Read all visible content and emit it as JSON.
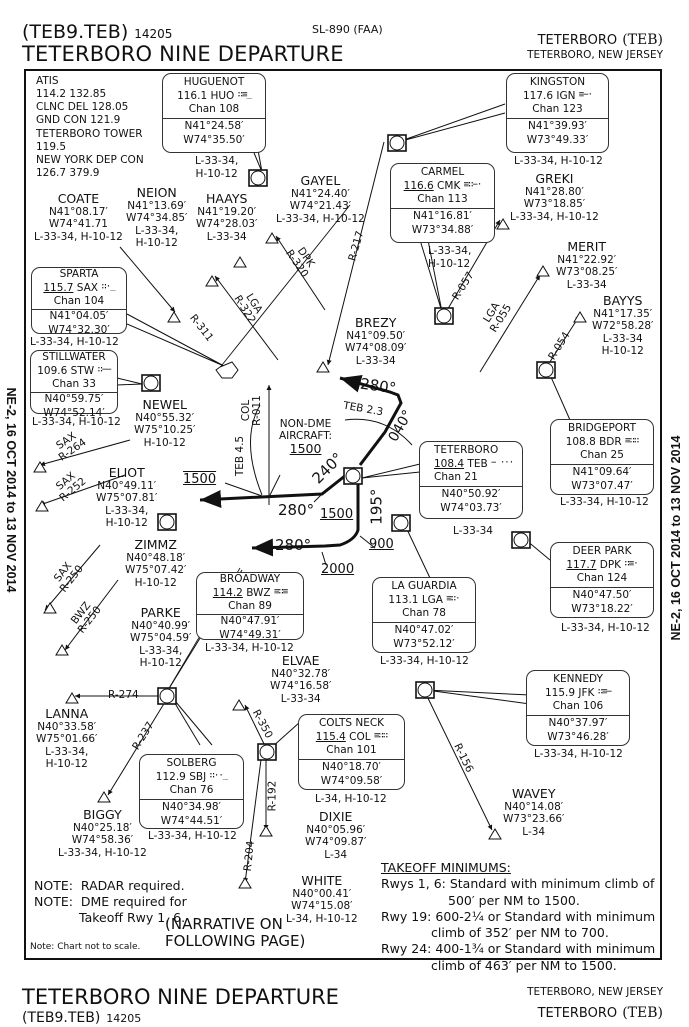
{
  "header": {
    "procedure_id": "(TEB9.TEB)",
    "amendment_number": "14205",
    "chart_ref": "SL-890 (FAA)",
    "title": "TETERBORO NINE DEPARTURE",
    "airport_name": "TETERBORO",
    "airport_code": "(TEB)",
    "airport_location": "TETERBORO, NEW JERSEY"
  },
  "side_margin": {
    "left": "NE-2, 16 OCT 2014 to 13 NOV 2014",
    "right": "NE-2, 16 OCT 2014 to 13 NOV 2014"
  },
  "communications": [
    "ATIS",
    "114.2  132.85",
    "CLNC DEL  128.05",
    "GND CON  121.9",
    "TETERBORO TOWER",
    "119.5",
    "NEW YORK DEP CON",
    "126.7  379.9"
  ],
  "navaids": [
    {
      "name": "HUGUENOT",
      "freq": "116.1",
      "ident": "HUO",
      "freq_underlined": false,
      "morse": "∷≡_",
      "chan": "Chan 108",
      "lat": "N41°24.58′",
      "lon": "W74°35.50′",
      "charts": [
        "L-33-34,",
        "H-10-12"
      ]
    },
    {
      "name": "KINGSTON",
      "freq": "117.6",
      "ident": "IGN",
      "freq_underlined": false,
      "morse": "≡−·",
      "chan": "Chan 123",
      "lat": "N41°39.93′",
      "lon": "W73°49.33′",
      "charts": [
        "L-33-34, H-10-12"
      ]
    },
    {
      "name": "CARMEL",
      "freq": "116.6",
      "ident": "CMK",
      "freq_underlined": true,
      "morse": "≡∷−·",
      "chan": "Chan 113",
      "lat": "N41°16.81′",
      "lon": "W73°34.88′",
      "charts": [
        "L-33-34,",
        "H-10-12"
      ]
    },
    {
      "name": "SPARTA",
      "freq": "115.7",
      "ident": "SAX",
      "freq_underlined": true,
      "morse": "∷·_",
      "chan": "Chan 104",
      "lat": "N41°04.05′",
      "lon": "W74°32.30′",
      "charts": [
        "L-33-34, H-10-12"
      ]
    },
    {
      "name": "STILLWATER",
      "freq": "109.6",
      "ident": "STW",
      "freq_underlined": false,
      "morse": "∷−−",
      "chan": "Chan 33",
      "lat": "N40°59.75′",
      "lon": "W74°52.14′",
      "charts": [
        "L-33-34, H-10-12"
      ]
    },
    {
      "name": "TETERBORO",
      "freq": "108.4",
      "ident": "TEB",
      "freq_underlined": true,
      "morse": "− ···",
      "chan": "Chan 21",
      "lat": "N40°50.92′",
      "lon": "W74°03.73′",
      "charts": [
        "L-33-34"
      ]
    },
    {
      "name": "BRIDGEPORT",
      "freq": "108.8",
      "ident": "BDR",
      "freq_underlined": false,
      "morse": "≡∷∷",
      "chan": "Chan 25",
      "lat": "N41°09.64′",
      "lon": "W73°07.47′",
      "charts": [
        "L-33-34, H-10-12"
      ]
    },
    {
      "name": "BROADWAY",
      "freq": "114.2",
      "ident": "BWZ",
      "freq_underlined": true,
      "morse": "≡∷≡",
      "chan": "Chan 89",
      "lat": "N40°47.91′",
      "lon": "W74°49.31′",
      "charts": [
        "L-33-34, H-10-12"
      ]
    },
    {
      "name": "LA GUARDIA",
      "freq": "113.1",
      "ident": "LGA",
      "freq_underlined": false,
      "morse": "≡∷·",
      "chan": "Chan 78",
      "lat": "N40°47.02′",
      "lon": "W73°52.12′",
      "charts": [
        "L-33-34, H-10-12"
      ]
    },
    {
      "name": "DEER PARK",
      "freq": "117.7",
      "ident": "DPK",
      "freq_underlined": true,
      "morse": "∷≡·",
      "chan": "Chan 124",
      "lat": "N40°47.50′",
      "lon": "W73°18.22′",
      "charts": [
        "L-33-34, H-10-12"
      ]
    },
    {
      "name": "KENNEDY",
      "freq": "115.9",
      "ident": "JFK",
      "freq_underlined": false,
      "morse": "∷≡−",
      "chan": "Chan 106",
      "lat": "N40°37.97′",
      "lon": "W73°46.28′",
      "charts": [
        "L-33-34, H-10-12"
      ]
    },
    {
      "name": "COLTS NECK",
      "freq": "115.4",
      "ident": "COL",
      "freq_underlined": true,
      "morse": "≡∷∷",
      "chan": "Chan 101",
      "lat": "N40°18.70′",
      "lon": "W74°09.58′",
      "charts": [
        "L-34, H-10-12"
      ]
    },
    {
      "name": "SOLBERG",
      "freq": "112.9",
      "ident": "SBJ",
      "freq_underlined": false,
      "morse": "∷··_",
      "chan": "Chan 76",
      "lat": "N40°34.98′",
      "lon": "W74°44.51′",
      "charts": [
        "L-33-34, H-10-12"
      ]
    }
  ],
  "fixes": [
    {
      "name": "COATE",
      "lat": "N41°08.17′",
      "lon": "W74°41.71",
      "charts": [
        "L-33-34, H-10-12"
      ]
    },
    {
      "name": "NEION",
      "lat": "N41°13.69′",
      "lon": "W74°34.85′",
      "charts": [
        "L-33-34,",
        "H-10-12"
      ]
    },
    {
      "name": "HAAYS",
      "lat": "N41°19.20′",
      "lon": "W74°28.03′",
      "charts": [
        "L-33-34"
      ]
    },
    {
      "name": "GAYEL",
      "lat": "N41°24.40′",
      "lon": "W74°21.43′",
      "charts": [
        "L-33-34, H-10-12"
      ]
    },
    {
      "name": "GREKI",
      "lat": "N41°28.80′",
      "lon": "W73°18.85′",
      "charts": [
        "L-33-34, H-10-12"
      ]
    },
    {
      "name": "MERIT",
      "lat": "N41°22.92′",
      "lon": "W73°08.25′",
      "charts": [
        "L-33-34"
      ]
    },
    {
      "name": "BAYYS",
      "lat": "N41°17.35′",
      "lon": "W72°58.28′",
      "charts": [
        "L-33-34",
        "H-10-12"
      ]
    },
    {
      "name": "BREZY",
      "lat": "N41°09.50′",
      "lon": "W74°08.09′",
      "charts": [
        "L-33-34"
      ]
    },
    {
      "name": "NEWEL",
      "lat": "N40°55.32′",
      "lon": "W75°10.25′",
      "charts": [
        "H-10-12"
      ]
    },
    {
      "name": "ELIOT",
      "lat": "N40°49.11′",
      "lon": "W75°07.81′",
      "charts": [
        "L-33-34,",
        "H-10-12"
      ]
    },
    {
      "name": "ZIMMZ",
      "lat": "N40°48.18′",
      "lon": "W75°07.42′",
      "charts": [
        "H-10-12"
      ]
    },
    {
      "name": "PARKE",
      "lat": "N40°40.99′",
      "lon": "W75°04.59′",
      "charts": [
        "L-33-34,",
        "H-10-12"
      ]
    },
    {
      "name": "ELVAE",
      "lat": "N40°32.78′",
      "lon": "W74°16.58′",
      "charts": [
        "L-33-34"
      ]
    },
    {
      "name": "LANNA",
      "lat": "N40°33.58′",
      "lon": "W75°01.66′",
      "charts": [
        "L-33-34,",
        "H-10-12"
      ]
    },
    {
      "name": "BIGGY",
      "lat": "N40°25.18′",
      "lon": "W74°58.36′",
      "charts": [
        "L-33-34, H-10-12"
      ]
    },
    {
      "name": "DIXIE",
      "lat": "N40°05.96′",
      "lon": "W74°09.87′",
      "charts": [
        "L-34"
      ]
    },
    {
      "name": "WHITE",
      "lat": "N40°00.41′",
      "lon": "W74°15.08′",
      "charts": [
        "L-34, H-10-12"
      ]
    },
    {
      "name": "WAVEY",
      "lat": "N40°14.08′",
      "lon": "W73°23.66′",
      "charts": [
        "L-34"
      ]
    }
  ],
  "radials": {
    "r311": "R-311",
    "lga_r322_a": "LGA",
    "lga_r322_b": "R-322",
    "dpk_a": "DPK",
    "dpk_b": "R-320",
    "r217": "R-217",
    "r057": "R-057",
    "lga_r055_a": "LGA",
    "lga_r055_b": "R-055",
    "r054": "R-054",
    "sax_r264_a": "SAX",
    "sax_r264_b": "R-264",
    "sax_r252_a": "SAX",
    "sax_r252_b": "R-252",
    "sax_r250_a": "SAX",
    "sax_r250_b": "R-250",
    "bwz_r250_a": "BWZ",
    "bwz_r250_b": "R-250",
    "r274": "R-274",
    "r237": "R-237",
    "r350": "R-350",
    "r192": "R-192",
    "r204": "R-204",
    "r156": "R-156",
    "col_r011_a": "COL",
    "col_r011_b": "R-011",
    "teb_45": "TEB  4.5",
    "teb_23": "TEB  2.3"
  },
  "procedure": {
    "non_dme_a": "NON-DME",
    "non_dme_b": "AIRCRAFT:",
    "non_dme_alt": "1500",
    "alt_1500_left": "1500",
    "alt_1500_mid": "1500",
    "alt_900": "900",
    "alt_2000": "2000",
    "hdg_280_top": "280°",
    "hdg_040": "040°",
    "hdg_240": "240°",
    "hdg_280_mid": "280°",
    "hdg_195": "195°",
    "hdg_280_low": "280°"
  },
  "notes": {
    "note1_label": "NOTE:",
    "note1_text": "RADAR required.",
    "note2_label": "NOTE:",
    "note2_text_a": "DME required for",
    "note2_text_b": "Takeoff Rwy 1, 6.",
    "narrative_a": "(NARRATIVE ON",
    "narrative_b": "FOLLOWING PAGE)",
    "scale": "Note: Chart not to scale."
  },
  "takeoff_minimums": {
    "title": "TAKEOFF MINIMUMS:",
    "lines": [
      "Rwys 1, 6: Standard with minimum climb of",
      "500′ per NM to 1500.",
      "Rwy 19: 600-2¼ or Standard with minimum",
      "climb of 352′ per NM to 700.",
      "Rwy 24: 400-1¾ or Standard with minimum",
      "climb of 463′ per NM to 1500."
    ]
  },
  "footer": {
    "title": "TETERBORO NINE DEPARTURE",
    "procedure_id": "(TEB9.TEB)",
    "amendment_number": "14205",
    "airport_location": "TETERBORO, NEW JERSEY",
    "airport_name": "TETERBORO",
    "airport_code": "(TEB)"
  }
}
